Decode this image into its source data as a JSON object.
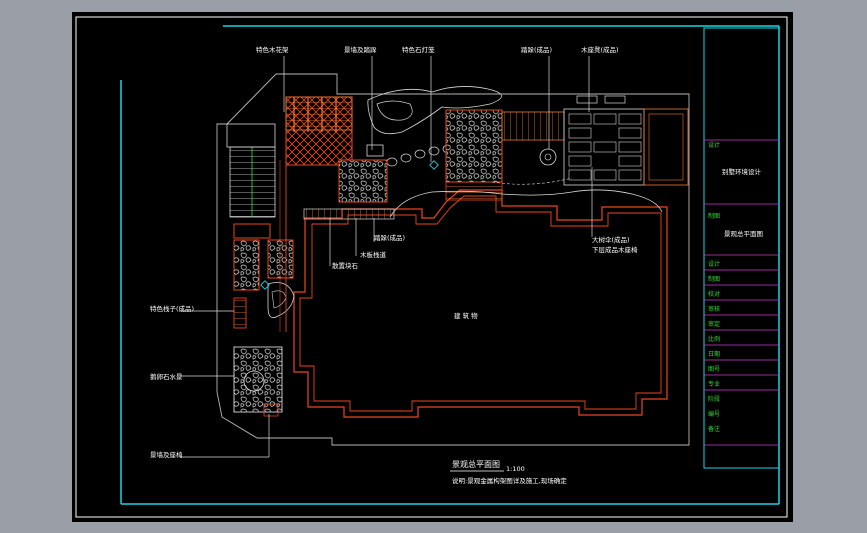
{
  "colors": {
    "background": "#000000",
    "frame": "#19d6e6",
    "title_bar": "#ffffff",
    "red": "#e8461e",
    "orange": "#f07a30",
    "white": "#ffffff",
    "gray": "#b8b8b8",
    "green": "#33dd33",
    "magenta": "#d03cd0",
    "cyan": "#19d6e6"
  },
  "labels": {
    "top_1": "特色木花架",
    "top_2": "景墙及踏跺",
    "top_3": "特色石灯笼",
    "top_4": "踏跺(成品)",
    "top_5": "木座凳(成品)",
    "mid_1": "踏跺(成品)",
    "mid_2": "木板栈道",
    "mid_3": "散置块石",
    "right_1": "大树伞(成品)",
    "right_2": "下层成品木座椅",
    "left_1": "特色栈子(成品)",
    "left_2": "鹅卵石水景",
    "left_3": "景墙及座椅",
    "building": "建 筑 物"
  },
  "plan_title": {
    "title": "景观总平面图",
    "scale": "1:100",
    "note": "说明:景观金属构架图详及施工,现场确定"
  },
  "title_block": {
    "project": "别墅环境设计",
    "drawing": "景观总平面图",
    "rows": [
      "设计",
      "制图",
      "校对",
      "审核",
      "审定",
      "比例",
      "日期",
      "图号",
      "专业",
      "阶段",
      "编号",
      "备注"
    ]
  }
}
